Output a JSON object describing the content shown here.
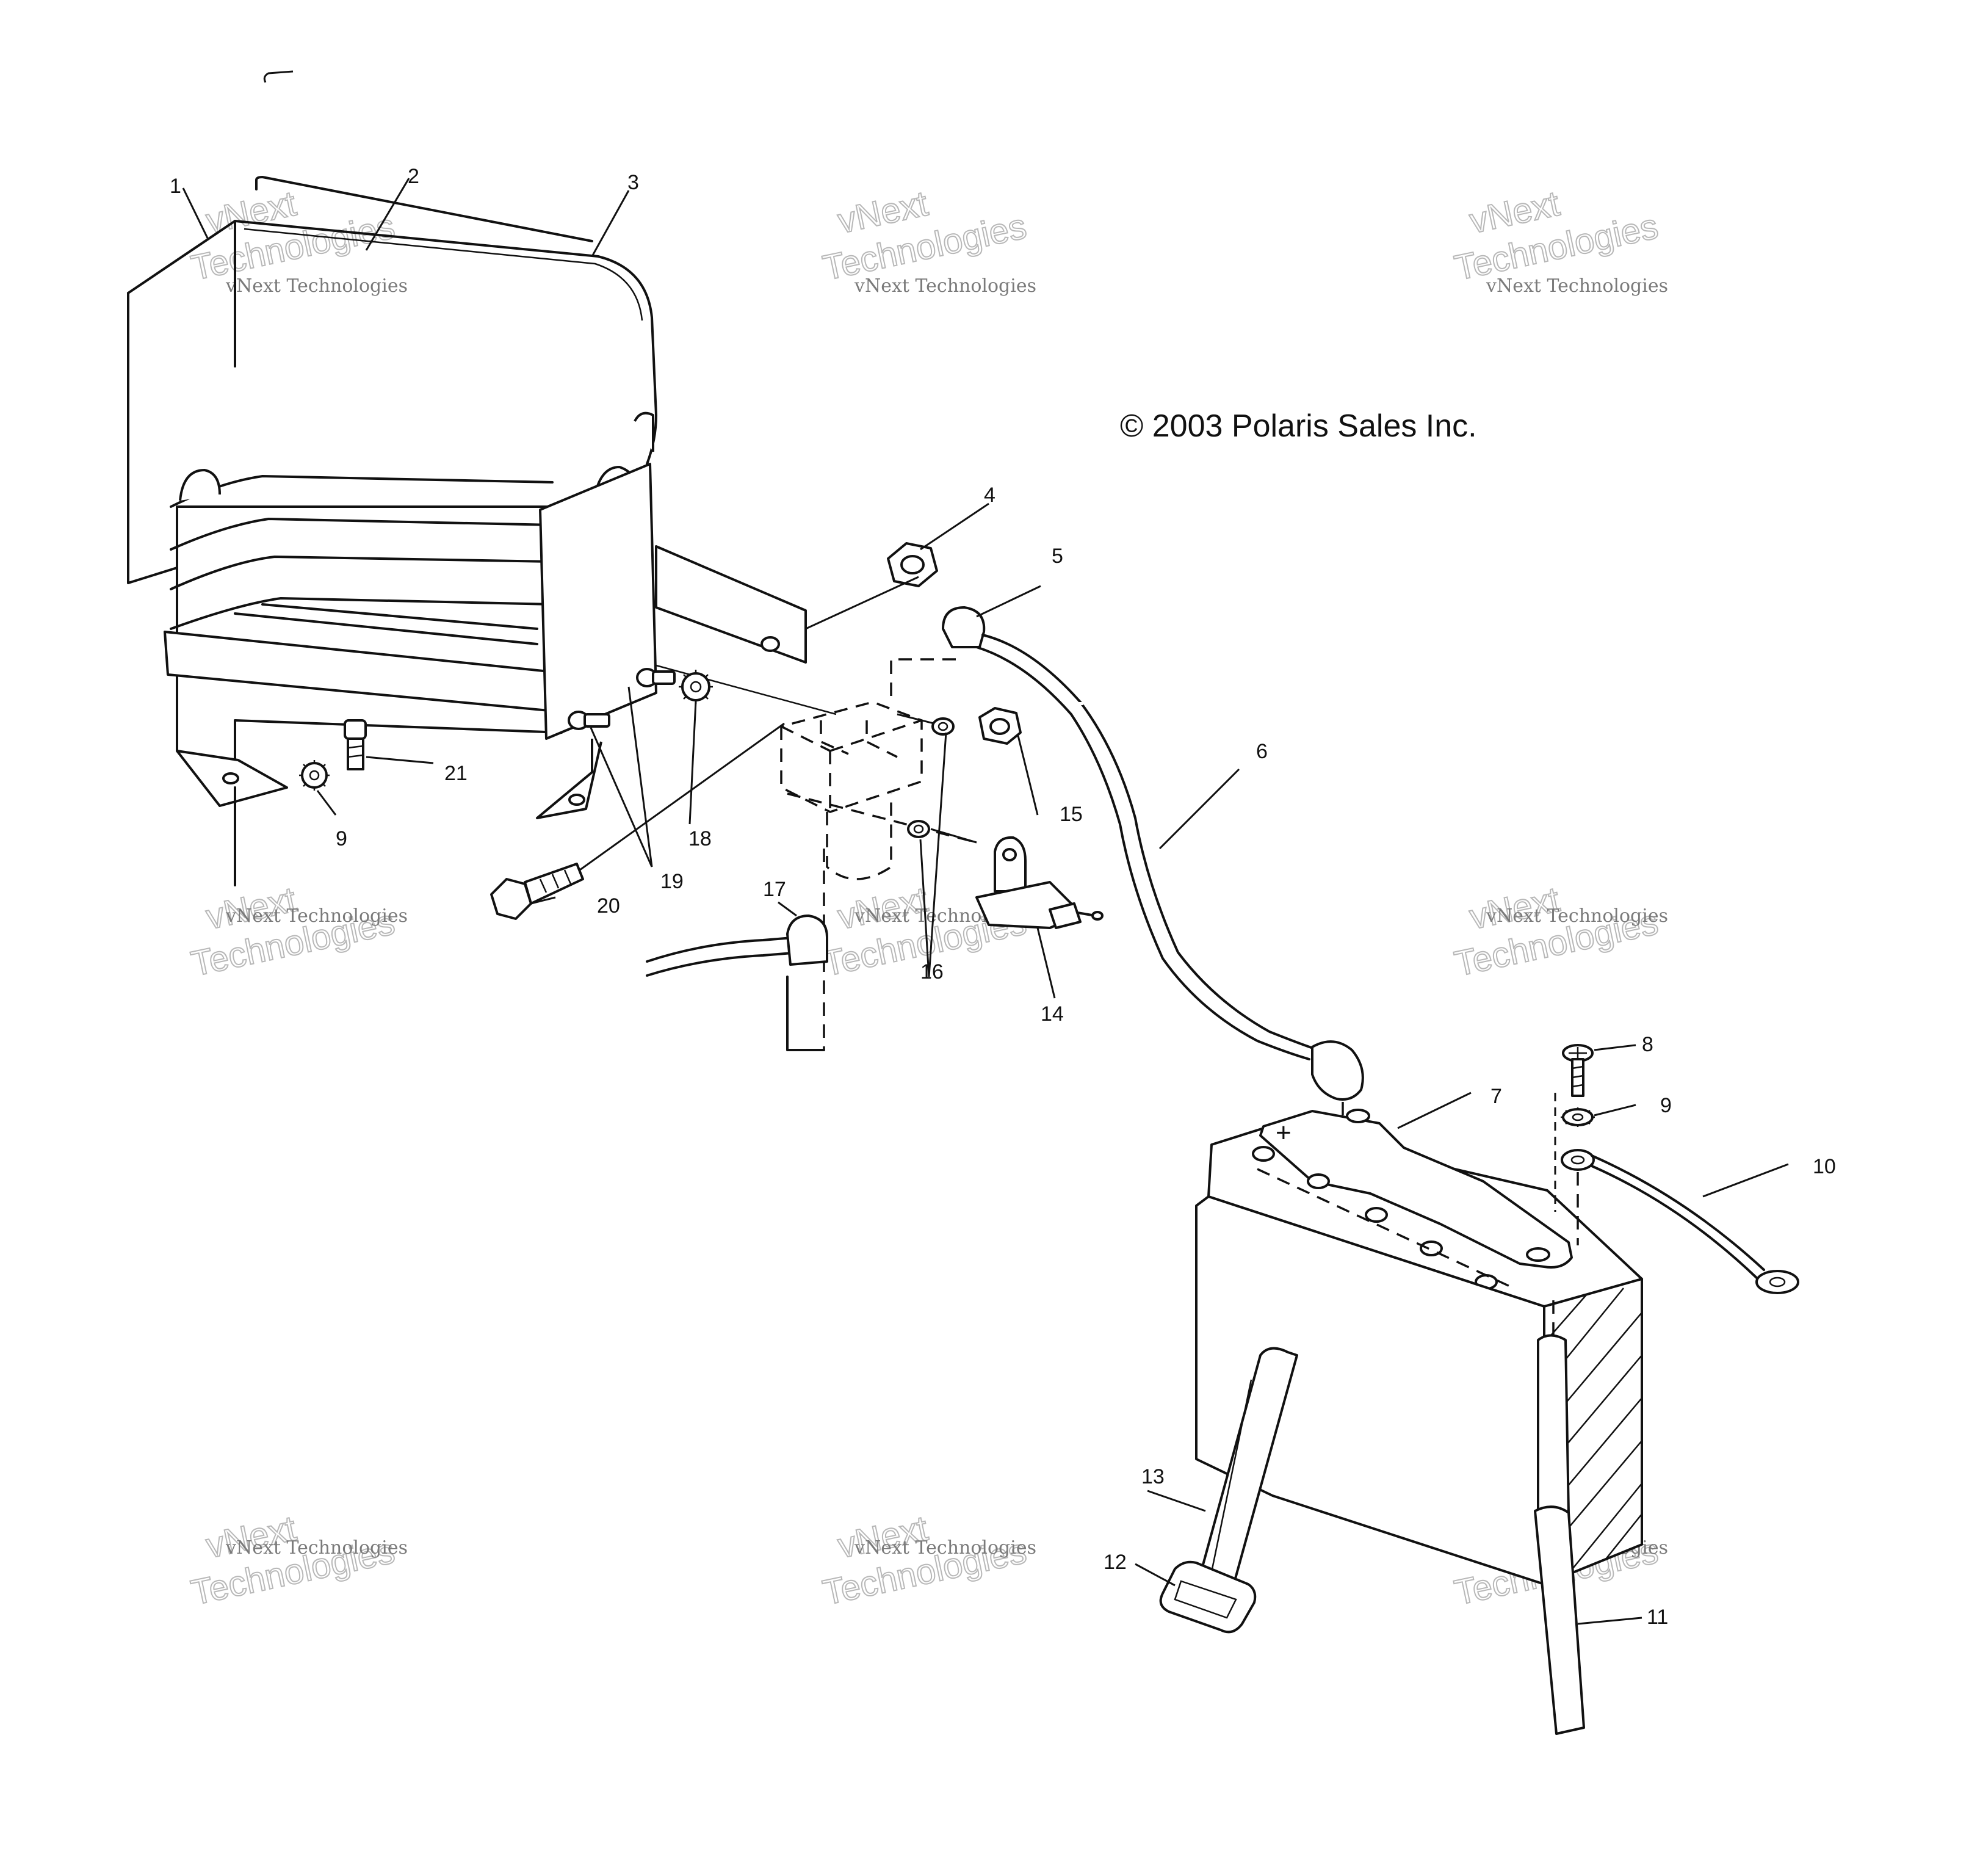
{
  "copyright": "© 2003 Polaris Sales Inc.",
  "watermark": {
    "line1": "vNext Technologies",
    "line2a": "vNext",
    "line2b": "Technologies"
  },
  "callouts": {
    "c1": "1",
    "c2": "2",
    "c3": "3",
    "c4": "4",
    "c5": "5",
    "c6": "6",
    "c7": "7",
    "c8": "8",
    "c9a": "9",
    "c9b": "9",
    "c10": "10",
    "c11": "11",
    "c12": "12",
    "c13": "13",
    "c14": "14",
    "c15": "15",
    "c16": "16",
    "c17": "17",
    "c18": "18",
    "c19": "19",
    "c20": "20",
    "c21": "21"
  },
  "battery_terminal_symbol": "+"
}
